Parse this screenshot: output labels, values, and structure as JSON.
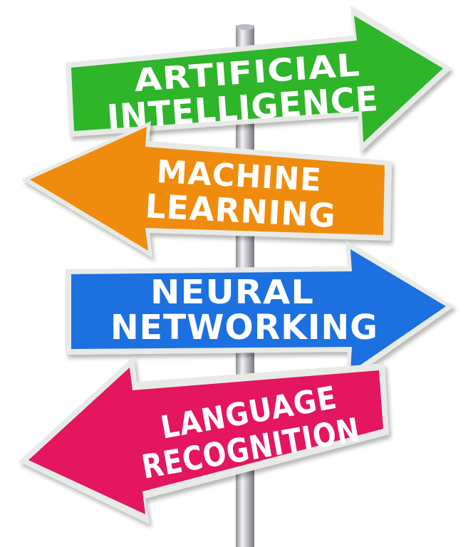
{
  "signs": [
    {
      "id": "artificial-intelligence",
      "direction": "right",
      "color": "#2db52a",
      "line1": "ARTIFICIAL",
      "line2": "INTELLIGENCE"
    },
    {
      "id": "machine-learning",
      "direction": "left",
      "color": "#f08c0a",
      "line1": "MACHINE",
      "line2": "LEARNING"
    },
    {
      "id": "neural-networking",
      "direction": "right",
      "color": "#1f6fe0",
      "line1": "NEURAL",
      "line2": "NETWORKING"
    },
    {
      "id": "language-recognition",
      "direction": "left",
      "color": "#e3185e",
      "line1": "LANGUAGE",
      "line2": "RECOGNITION"
    }
  ],
  "pole_color": "#c9cbd0",
  "background": "#ffffff"
}
